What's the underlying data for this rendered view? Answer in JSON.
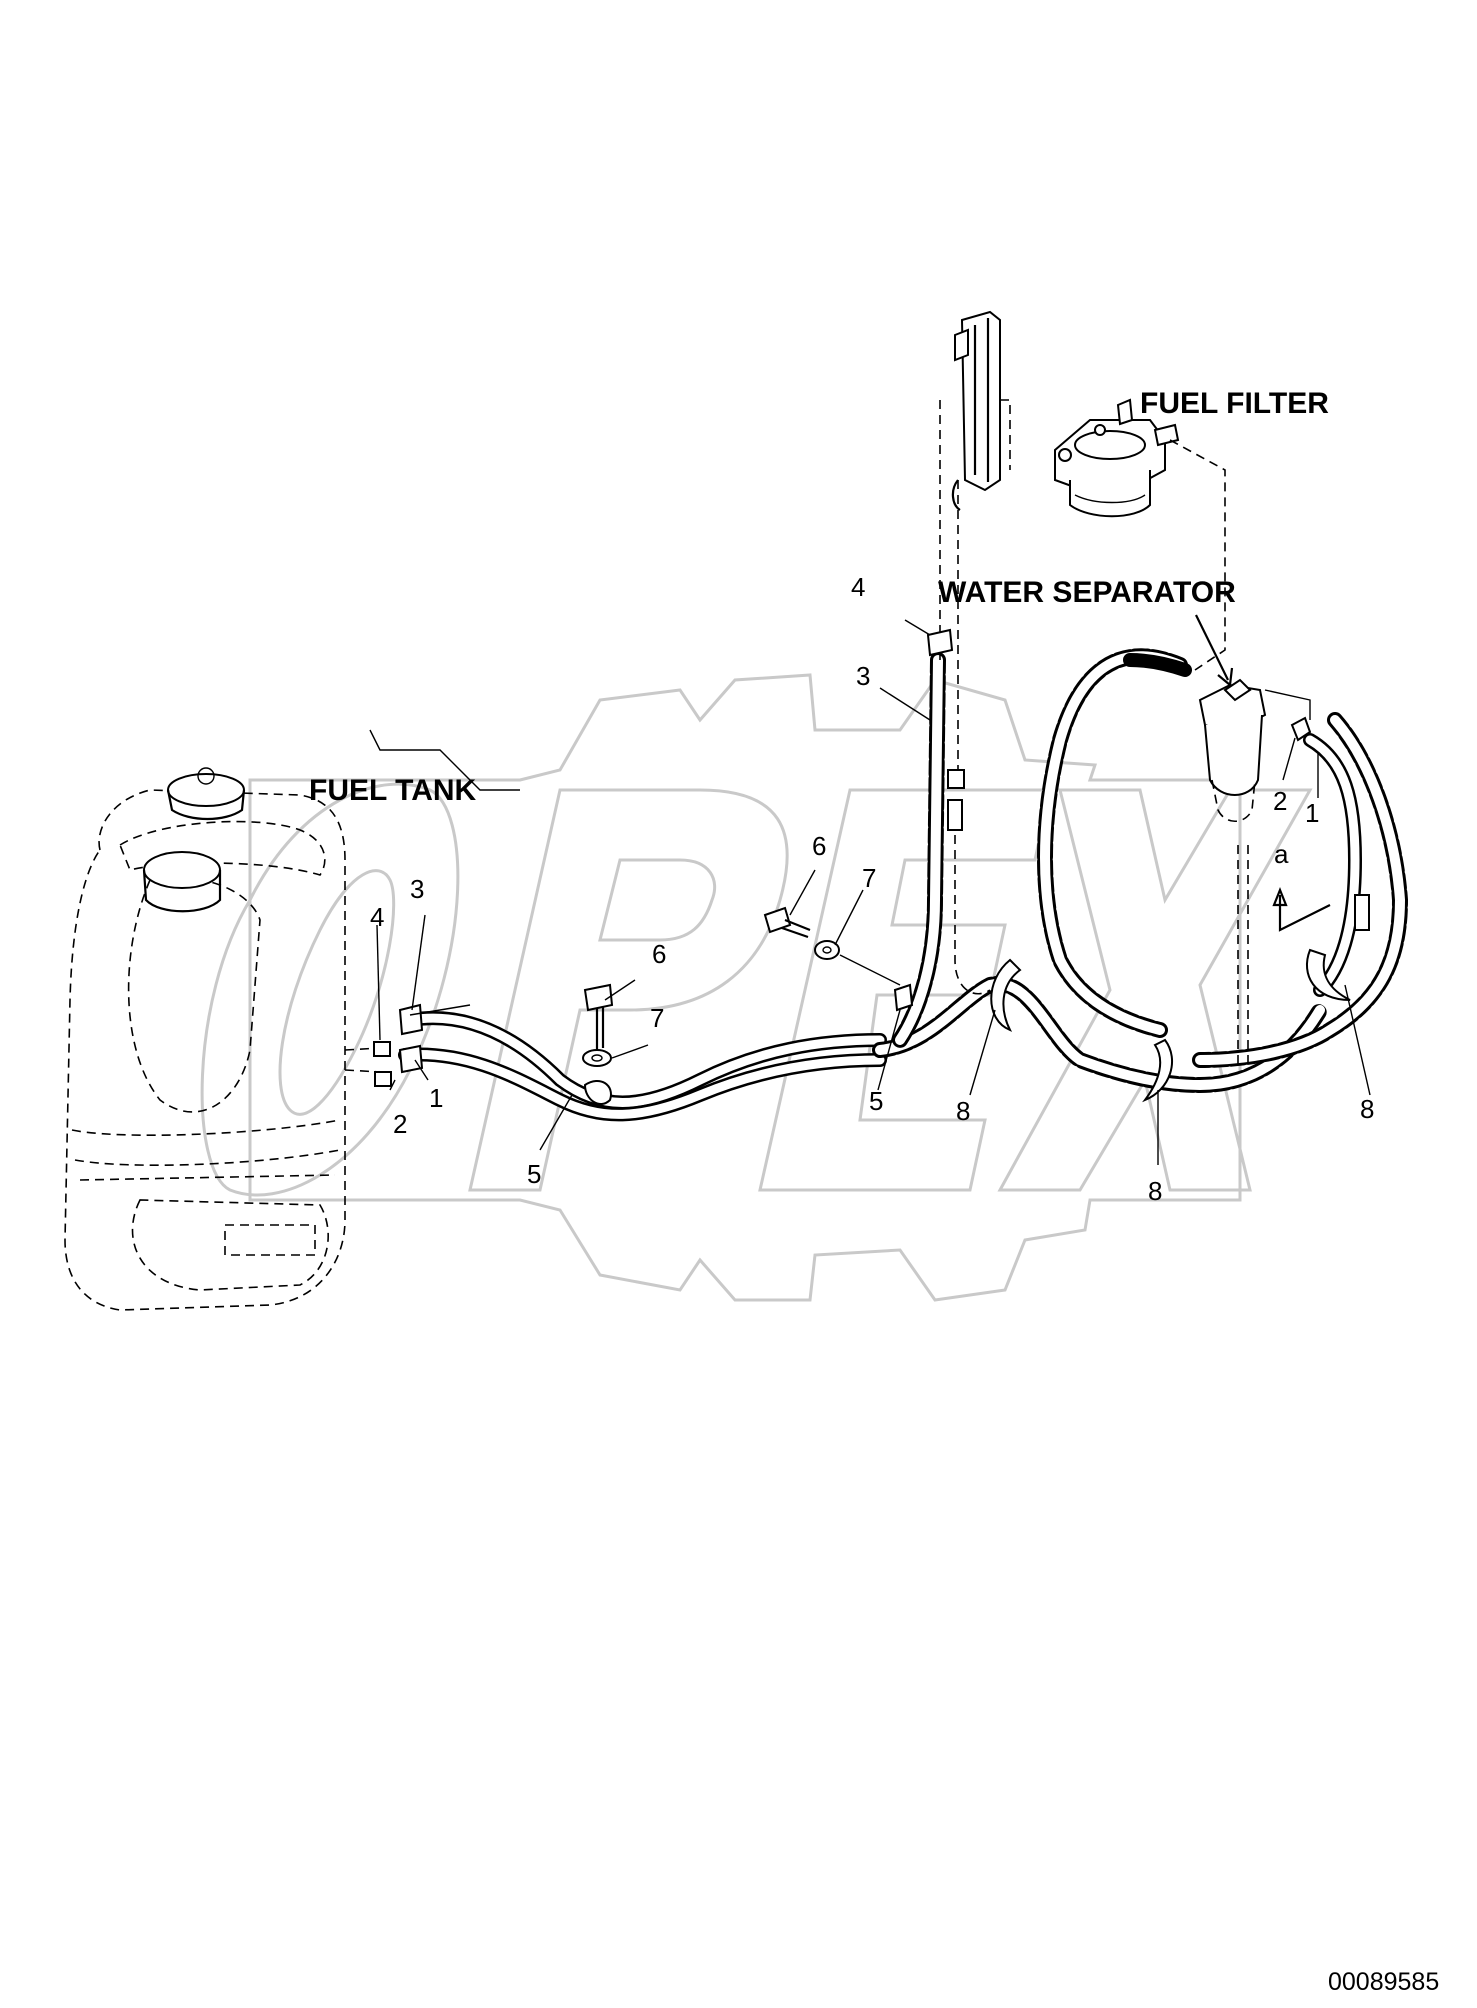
{
  "labels": {
    "fuel_filter": "FUEL FILTER",
    "water_separator": "WATER SEPARATOR",
    "fuel_tank": "FUEL TANK",
    "view_a": "a",
    "drawing_number": "00089585"
  },
  "callouts": {
    "tank_4": "4",
    "tank_3": "3",
    "tank_2": "2",
    "tank_1": "1",
    "clamp_5_left": "5",
    "bolt_6_left": "6",
    "washer_7_left": "7",
    "bolt_6_right": "6",
    "washer_7_right": "7",
    "hose_3_top": "3",
    "elbow_4_top": "4",
    "clamp_5_mid": "5",
    "grommet_8_a": "8",
    "grommet_8_b": "8",
    "grommet_8_c": "8",
    "sep_2": "2",
    "sep_1": "1"
  },
  "watermark": {
    "text": "OPEX"
  },
  "colors": {
    "line": "#000000",
    "watermark": "#c9c9c9",
    "background": "#ffffff"
  }
}
